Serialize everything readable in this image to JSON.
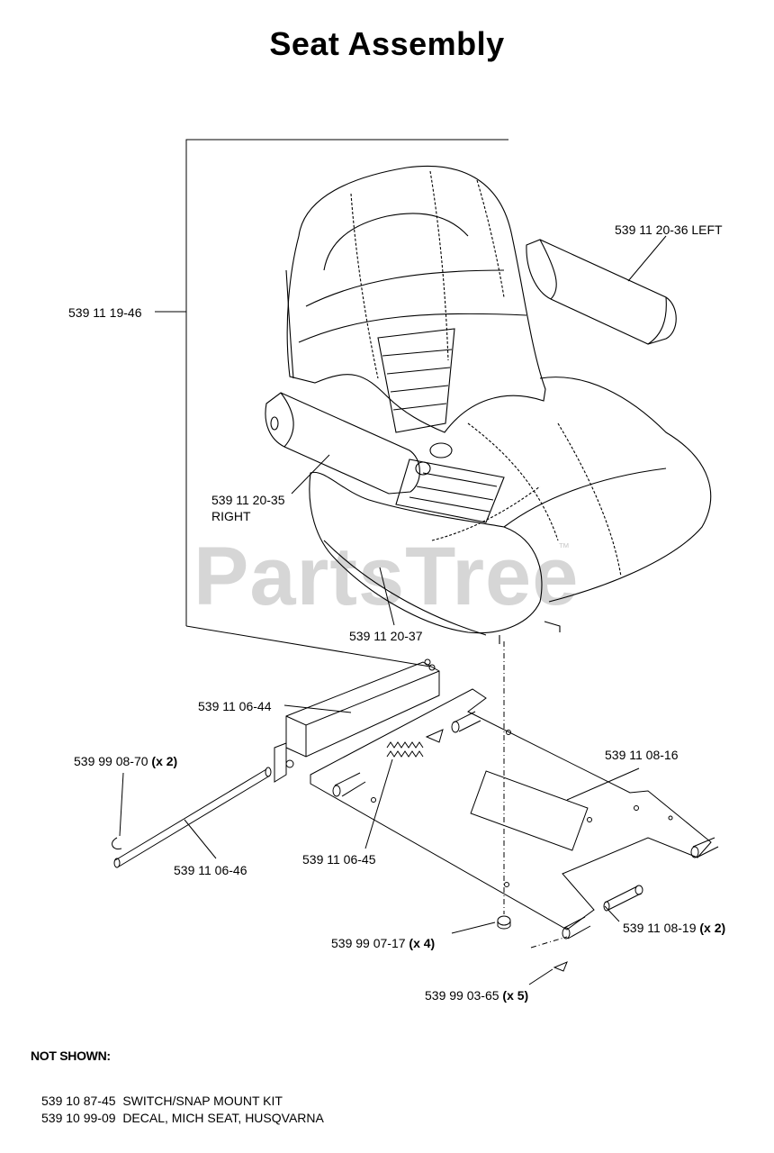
{
  "title": "Seat Assembly",
  "watermark": "PartsTree",
  "watermark_tm": "™",
  "callouts": {
    "backrest": "539 11 19-46",
    "armrest_left": "539 11 20-36 LEFT",
    "armrest_right_num": "539 11 20-35",
    "armrest_right_side": "RIGHT",
    "cushion": "539 11 20-37",
    "slide_bracket": "539 11 06-44",
    "clip_num": "539 99 08-70",
    "clip_qty": "(x 2)",
    "rod": "539 11 06-46",
    "spring": "539 11 06-45",
    "base_plate": "539 11 08-16",
    "nut_num": "539 99 07-17",
    "nut_qty": "(x 4)",
    "pin_num": "539 11 08-19",
    "pin_qty": "(x 2)",
    "cotter_num": "539 99 03-65",
    "cotter_qty": "(x 5)"
  },
  "not_shown": {
    "heading": "NOT SHOWN:",
    "items": [
      {
        "part": "539 10 87-45",
        "desc": "SWITCH/SNAP MOUNT KIT"
      },
      {
        "part": "539 10 99-09",
        "desc": "DECAL, MICH SEAT, HUSQVARNA"
      }
    ]
  }
}
